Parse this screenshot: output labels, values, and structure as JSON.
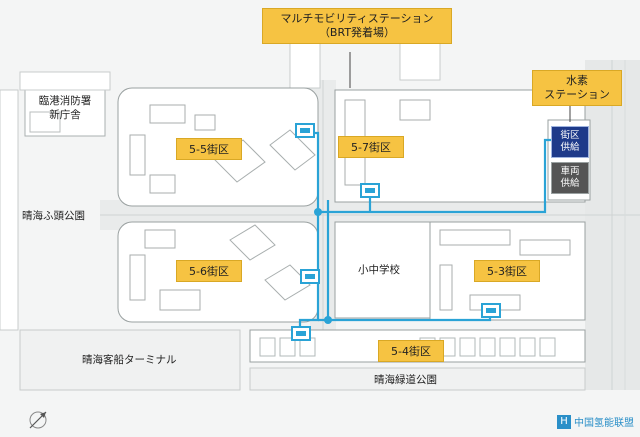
{
  "callouts": {
    "brt_station_line1": "マルチモビリティステーション",
    "brt_station_line2": "（BRT発着場）",
    "hydrogen_station_line1": "水素",
    "hydrogen_station_line2": "ステーション"
  },
  "districts": {
    "d55": "5-5街区",
    "d57": "5-7街区",
    "d56": "5-6街区",
    "d53": "5-3街区",
    "d54": "5-4街区"
  },
  "labels": {
    "fire_station_line1": "臨港消防署",
    "fire_station_line2": "新庁舎",
    "harumi_pier_park": "晴海ふ頭公園",
    "school": "小中学校",
    "passenger_terminal": "晴海客船ターミナル",
    "green_park": "晴海緑道公園"
  },
  "infrastructure": {
    "district_supply_line1": "街区",
    "district_supply_line2": "供給",
    "vehicle_supply_line1": "車両",
    "vehicle_supply_line2": "供給"
  },
  "watermark": {
    "logo_glyph": "H",
    "text": "中国氢能联盟"
  },
  "colors": {
    "pipeline": "#2aa3d6",
    "callout_fill": "#f6c342",
    "district_supply": "#1e3a8a",
    "vehicle_supply": "#555555"
  }
}
